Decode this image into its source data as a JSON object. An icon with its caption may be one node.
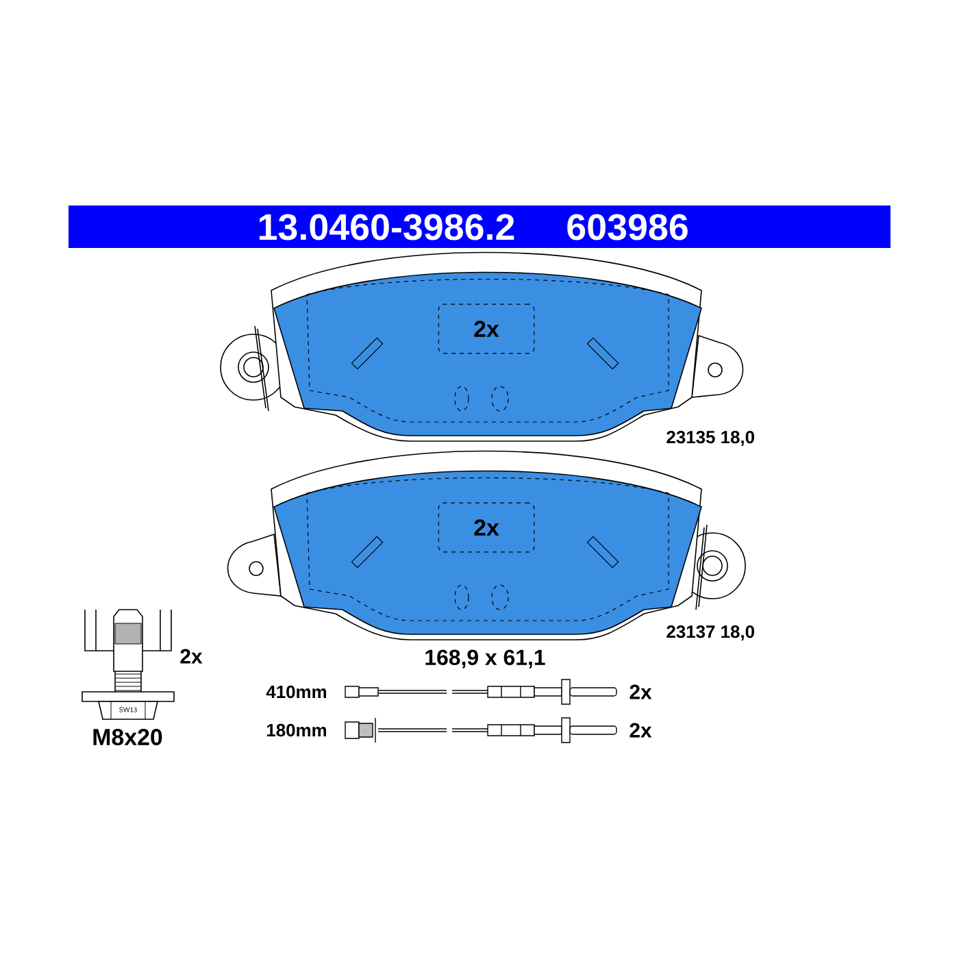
{
  "diagram": {
    "title": "13.0460-3986.2",
    "nodes": [
      {
        "text": [
          "2x"
        ]
      },
      {
        "text": [
          "2x"
        ]
      }
    ],
    "labels": [
      "603986",
      "23135 18,0",
      "23137 18,0",
      "2x",
      "168,9 x 61,1",
      "SW13",
      "410mm",
      "2x",
      "M8x20",
      "180mm",
      "2x"
    ]
  }
}
